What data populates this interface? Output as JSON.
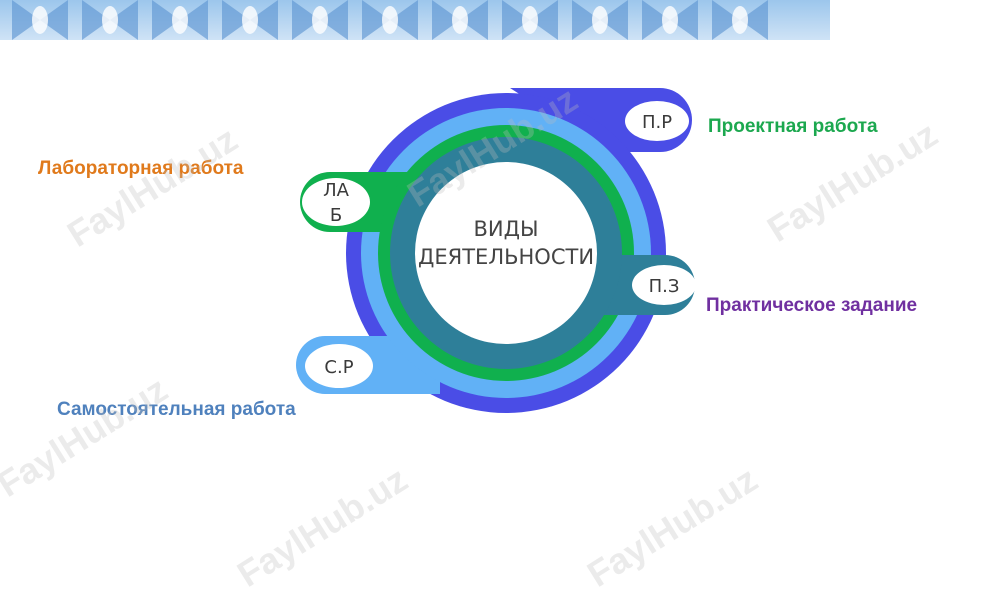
{
  "watermark": "FaylHub.uz",
  "center": {
    "line1": "ВИДЫ",
    "line2": "ДЕЯТЕЛЬНОСТИ"
  },
  "items": {
    "lab": {
      "abbr_line1": "ЛА",
      "abbr_line2": "Б",
      "label": "Лабораторная работа",
      "color": "#e07a1c"
    },
    "proj": {
      "abbr": "П.Р",
      "label": "Проектная работа",
      "color": "#1ca84f"
    },
    "prac": {
      "abbr": "П.З",
      "label": "Практическое задание",
      "color": "#7030a0"
    },
    "sr": {
      "abbr": "С.Р",
      "label": "Самостоятельная работа",
      "color": "#4f81bd"
    }
  },
  "colors": {
    "ring_outer": "#4a4de6",
    "ring_middle": "#61b1f6",
    "ring_green": "#10b04e",
    "ring_inner": "#2e7f99"
  }
}
